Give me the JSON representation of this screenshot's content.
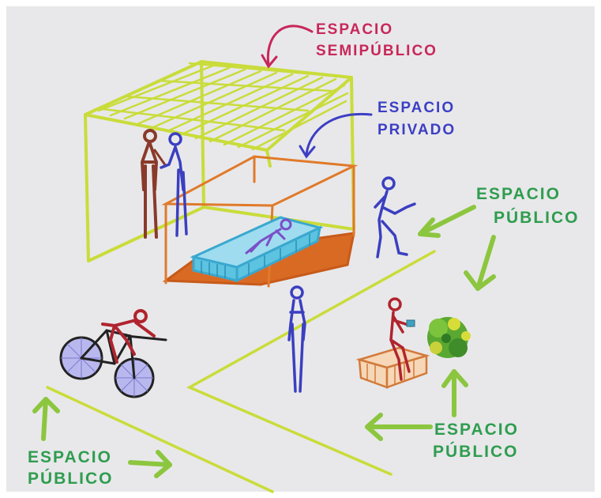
{
  "labels": {
    "semipublic_line1": "ESPACIO",
    "semipublic_line2": "SEMIPÚBLICO",
    "private_line1": "ESPACIO",
    "private_line2": "PRIVADO",
    "public_right_line1": "ESPACIO",
    "public_right_line2": "PÚBLICO",
    "public_bottom_right_line1": "ESPACIO",
    "public_bottom_right_line2": "PÚBLICO",
    "public_bottom_left_line1": "ESPACIO",
    "public_bottom_left_line2": "PÚBLICO"
  },
  "colors": {
    "paper": "#e9e9ea",
    "semipublic_frame": "#c9dc3a",
    "private_frame": "#e07a2a",
    "floor": "#d96a24",
    "bed": "#5cc3e0",
    "label_pink": "#c8275a",
    "label_blue": "#3d3fc4",
    "label_green": "#2f9d4f",
    "arrow_green": "#8cc63f",
    "figure_blue": "#3b3fc0",
    "figure_red": "#b0242e",
    "figure_brown": "#8a3a2a",
    "bush": "#5aa832"
  }
}
